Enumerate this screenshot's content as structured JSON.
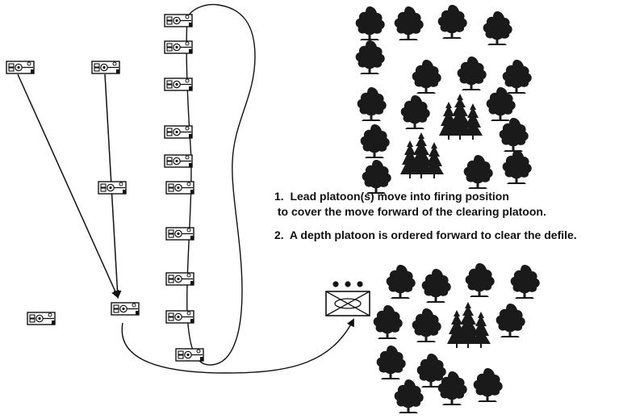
{
  "notes": {
    "note_1_line_1": "1.  Lead platoon(s) move into firing position",
    "note_1_line_2": " to cover the move forward of the clearing platoon.",
    "note_2": "2.  A depth platoon is ordered forward to clear the defile."
  },
  "symbols": {
    "vehicle_icon": "tracked-vehicle-icon",
    "platoon_icon": "infantry-platoon-icon",
    "tree_icon": "deciduous-tree-icon",
    "conifer_icon": "conifer-tree-cluster-icon"
  },
  "colors": {
    "ink": "#111111",
    "tree": "#1a1a1a",
    "background": "#ffffff"
  }
}
